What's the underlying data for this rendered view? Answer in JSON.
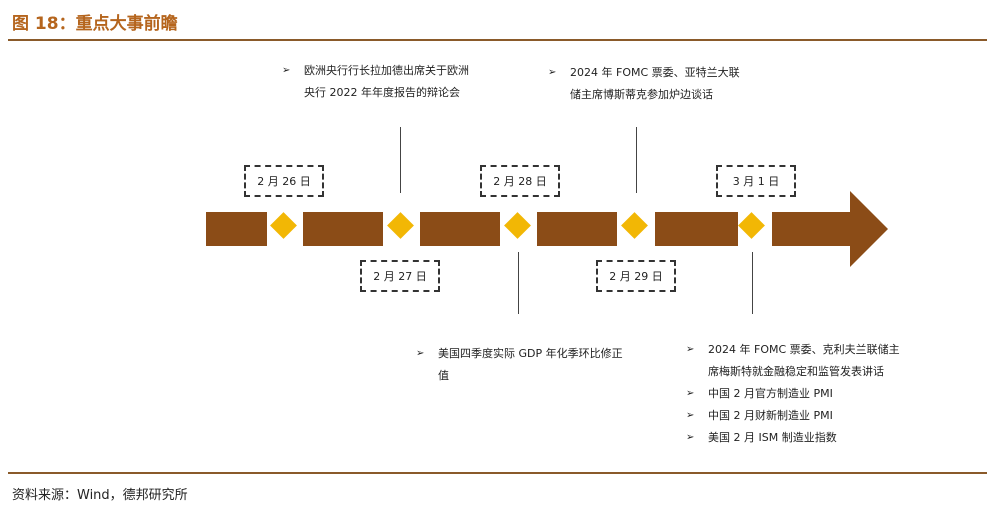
{
  "title": "图 18：重点大事前瞻",
  "source": "资料来源：Wind，德邦研究所",
  "bullet": "➢",
  "colors": {
    "arrow": "#8b4c17",
    "diamond": "#f2b705",
    "title": "#b5651d"
  },
  "dates": {
    "d1": "2 月 26 日",
    "d2": "2 月 27 日",
    "d3": "2 月 28 日",
    "d4": "2 月 29 日",
    "d5": "3 月 1 日"
  },
  "events": {
    "feb26": [
      "欧洲央行行长拉加德出席关于欧洲",
      "央行 2022 年年度报告的辩论会"
    ],
    "feb27": [
      "美国四季度实际 GDP 年化季环比修正",
      "值"
    ],
    "feb28": [
      "2024 年 FOMC 票委、亚特兰大联",
      "储主席博斯蒂克参加炉边谈话"
    ],
    "mar1_item1": [
      "2024 年 FOMC 票委、克利夫兰联储主",
      "席梅斯特就金融稳定和监管发表讲话"
    ],
    "mar1_item2": "中国 2 月官方制造业 PMI",
    "mar1_item3": "中国 2 月财新制造业 PMI",
    "mar1_item4": "美国 2 月 ISM 制造业指数"
  }
}
